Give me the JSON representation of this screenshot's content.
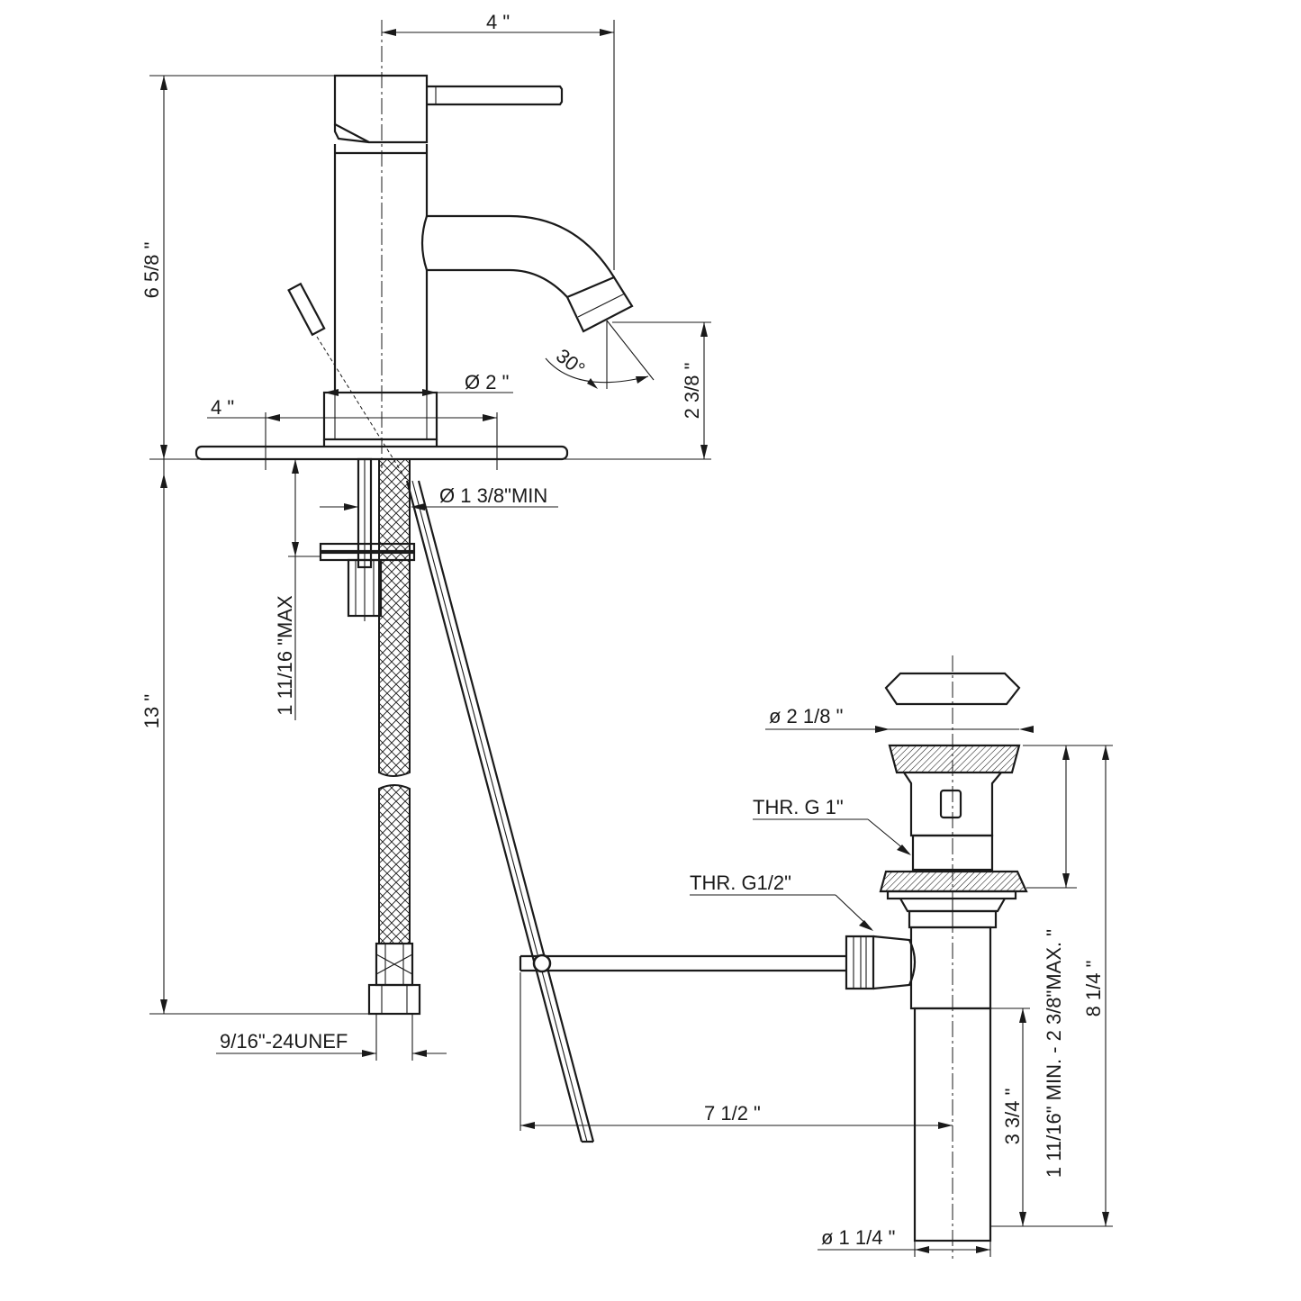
{
  "dimensions": {
    "top_width": "4 \"",
    "faucet_height": "6 5/8 \"",
    "base_diameter": "Ø 2 \"",
    "spread_width": "4 \"",
    "spout_angle": "30°",
    "spout_height": "2 3/8 \"",
    "hole_min": "Ø 1 3/8\"MIN",
    "deck_thickness_max": "1 11/16 \"MAX",
    "hose_length": "13 \"",
    "hose_thread": "9/16\"-24UNEF",
    "drain_cap_diameter": "ø 2 1/8 \"",
    "drain_thread_1": "THR. G 1\"",
    "drain_thread_half": "THR. G1/2\"",
    "rod_length": "7 1/2 \"",
    "tail_length": "3 3/4 \"",
    "drain_range": "1 11/16\" MIN. - 2 3/8\"MAX. \"",
    "drain_total": "8 1/4 \"",
    "tail_diameter": "ø 1 1/4 \""
  }
}
